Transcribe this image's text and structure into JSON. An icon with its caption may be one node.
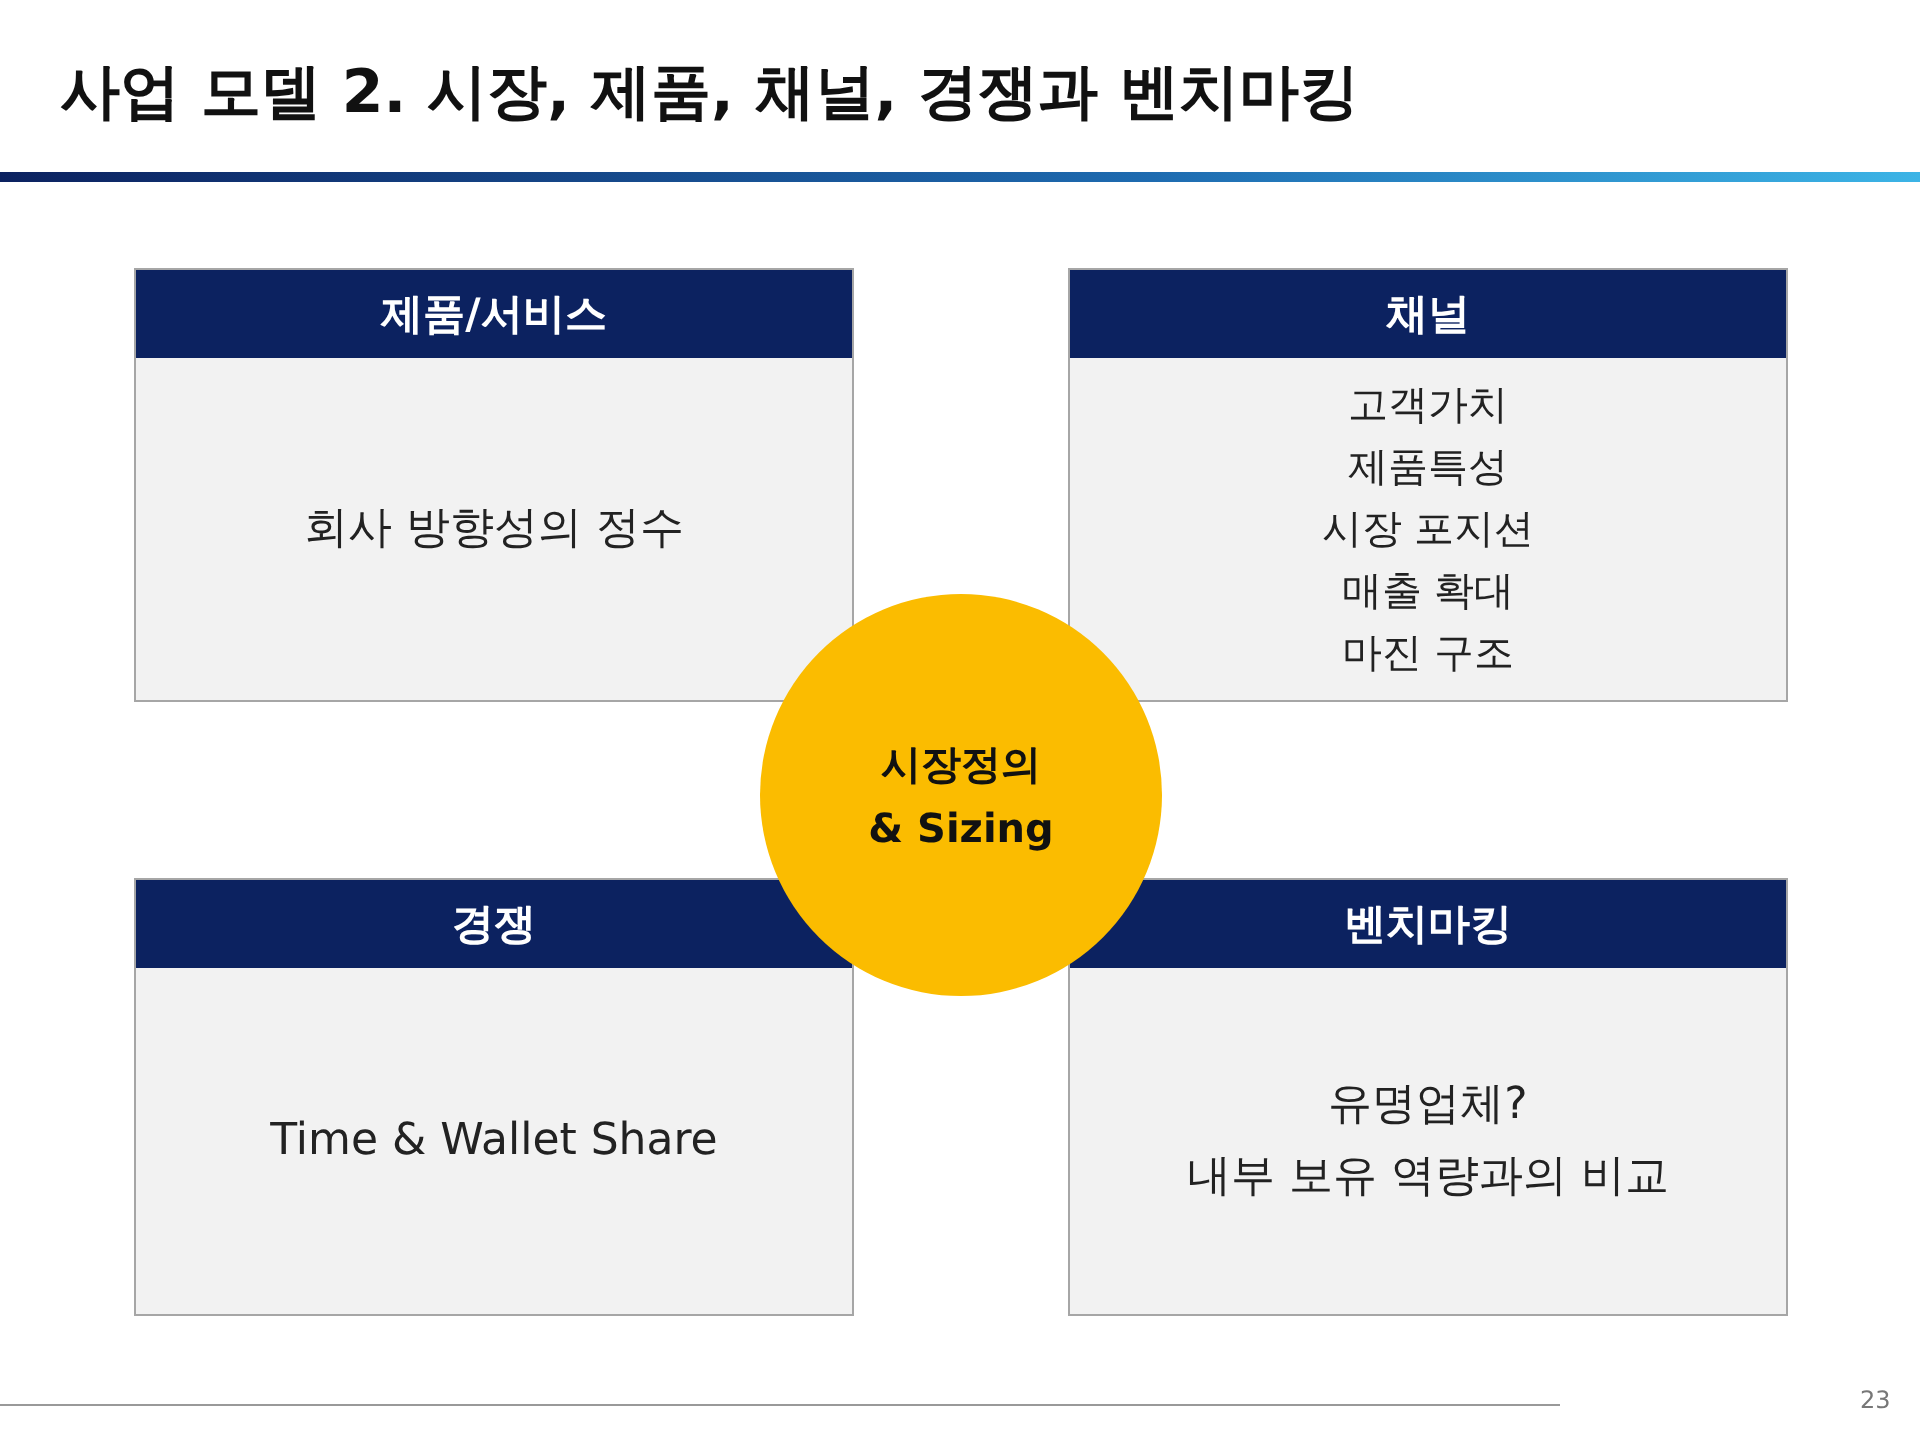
{
  "diagram": {
    "title": "사업 모델 2. 시장, 제품, 채널, 경쟁과 벤치마킹",
    "nodes": [
      {
        "text": [
          "제품/서비스",
          "회사 방향성의 정수"
        ]
      },
      {
        "text": [
          "채널",
          "고객가치",
          "제품특성",
          "시장 포지션",
          "매출 확대",
          "마진 구조"
        ]
      },
      {
        "text": [
          "시장정의 & Sizing"
        ]
      },
      {
        "text": [
          "경쟁",
          "Time & Wallet Share"
        ]
      },
      {
        "text": [
          "벤치마킹",
          "유명업체?",
          "내부 보유 역량과의 비교"
        ]
      }
    ],
    "labels": [
      "23"
    ]
  }
}
